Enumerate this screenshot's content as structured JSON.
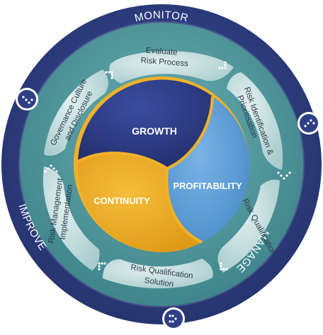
{
  "outer_ring": {
    "top": "MONITOR",
    "right": "MANAGE",
    "left": "IMPROVE"
  },
  "stages": [
    {
      "line1": "Evaluate",
      "line2": "Risk Process"
    },
    {
      "line1": "Risk Identification &",
      "line2": "Prioritisation"
    },
    {
      "line1": "Risk Qualification",
      "line2": ""
    },
    {
      "line1": "Risk Qualification",
      "line2": "Solution"
    },
    {
      "line1": "Risk Management",
      "line2": "Implementation"
    },
    {
      "line1": "Governance Culture",
      "line2": "and Disclosure"
    }
  ],
  "core": {
    "growth": "GROWTH",
    "profitability": "PROFITABILITY",
    "continuity": "CONTINUITY"
  },
  "colors": {
    "outer_ring": "#2e3f86",
    "middle_ring": "#4f9aa0",
    "segment_light": "#c6dede",
    "growth": "#2d3b86",
    "profitability": "#5e9ed6",
    "continuity": "#eba827",
    "core_border": "#f0b22a"
  },
  "icons": [
    "arrow-cluster-icon",
    "arrow-cluster-icon",
    "arrow-cluster-icon",
    "arrow-cluster-icon",
    "arrow-cluster-icon",
    "arrow-cluster-icon"
  ]
}
